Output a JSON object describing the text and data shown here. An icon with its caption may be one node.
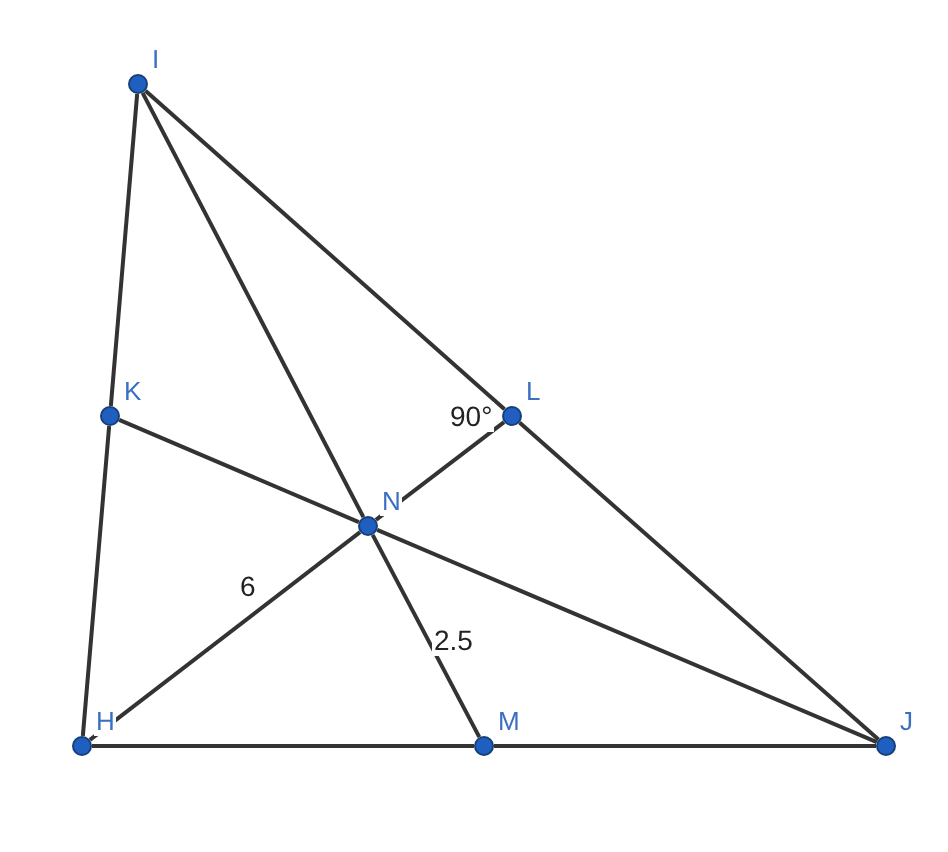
{
  "diagram": {
    "nodes": [
      {
        "text": [
          "I"
        ]
      },
      {
        "text": [
          "K"
        ]
      },
      {
        "text": [
          "L"
        ]
      },
      {
        "text": [
          "N"
        ]
      },
      {
        "text": [
          "H"
        ]
      },
      {
        "text": [
          "M"
        ]
      },
      {
        "text": [
          "J"
        ]
      }
    ],
    "edges": [
      {
        "from": 0,
        "to": 1,
        "arrow": "none"
      },
      {
        "from": 1,
        "to": 4,
        "arrow": "none"
      },
      {
        "from": 4,
        "to": 5,
        "arrow": "none"
      },
      {
        "from": 5,
        "to": 6,
        "arrow": "none"
      },
      {
        "from": 0,
        "to": 2,
        "arrow": "none"
      },
      {
        "from": 2,
        "to": 6,
        "arrow": "none"
      },
      {
        "from": 0,
        "to": 3,
        "arrow": "none"
      },
      {
        "from": 3,
        "to": 5,
        "arrow": "none",
        "label": "2.5"
      },
      {
        "from": 1,
        "to": 3,
        "arrow": "none"
      },
      {
        "from": 3,
        "to": 6,
        "arrow": "none"
      },
      {
        "from": 4,
        "to": 3,
        "arrow": "none",
        "label": "6"
      },
      {
        "from": 3,
        "to": 2,
        "arrow": "none"
      }
    ],
    "labels": [
      "90°"
    ]
  }
}
